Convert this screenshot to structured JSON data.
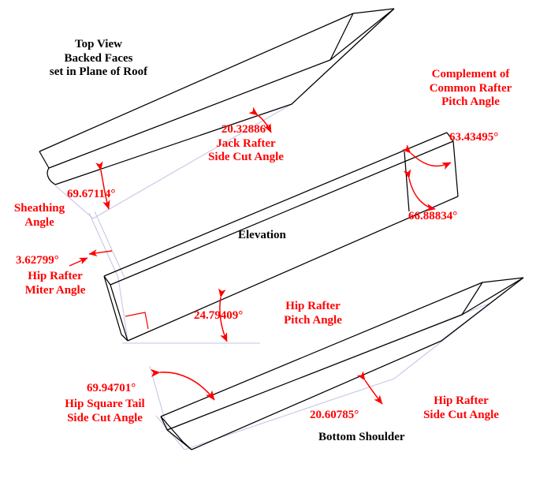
{
  "figure": {
    "title_top_view": [
      "Top View",
      "Backed Faces",
      "set in Plane of Roof"
    ],
    "title_elevation": "Elevation",
    "title_bottom_shoulder": "Bottom Shoulder",
    "degree_symbol": "°",
    "colors": {
      "annotation_red": "#FF0000",
      "outline_black": "#000000",
      "construction_lavender": "#C6C6E8",
      "background_white": "#FFFFFF"
    }
  },
  "annotations": {
    "jack_rafter_side_cut": {
      "value": "20.32886°",
      "name_lines": [
        "Jack Rafter",
        "Side Cut Angle"
      ]
    },
    "sheathing_angle": {
      "value": "69.67114°",
      "name_lines": [
        "Sheathing",
        "Angle"
      ]
    },
    "complement_common_rafter_pitch": {
      "name_lines": [
        "Complement of",
        "Common Rafter",
        "Pitch Angle"
      ],
      "value": "63.43495°"
    },
    "second_section_angle": {
      "value": "66.88834°",
      "name_lines": []
    },
    "hip_rafter_miter": {
      "value": "3.62799°",
      "name_lines": [
        "Hip Rafter",
        "Miter Angle"
      ]
    },
    "hip_rafter_pitch": {
      "value": "24.79409°",
      "name_lines": [
        "Hip Rafter",
        "Pitch Angle"
      ]
    },
    "hip_square_tail_side_cut": {
      "value": "69.94701°",
      "name_lines": [
        "Hip Square Tail",
        "Side Cut Angle"
      ]
    },
    "hip_rafter_side_cut": {
      "value": "20.60785°",
      "name_lines": [
        "Hip Rafter",
        "Side Cut Angle"
      ]
    }
  }
}
